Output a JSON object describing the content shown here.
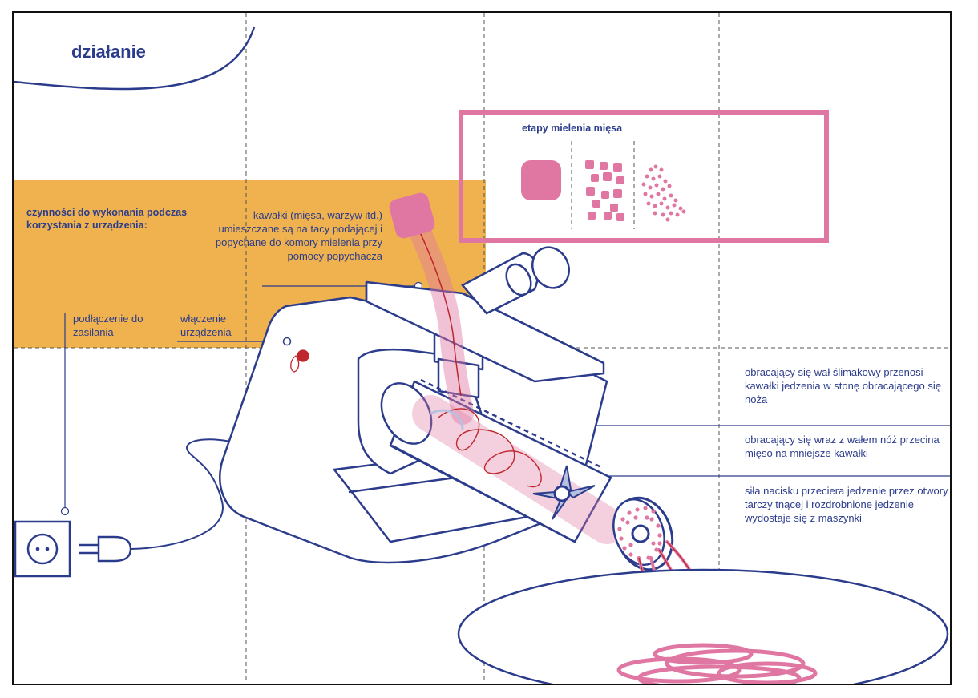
{
  "title": "działanie",
  "instructions": {
    "heading": "czynności do wykonania podczas korzystania z urządzenia:",
    "power": "podłączenie do zasilania",
    "switch": "włączenie urządzenia"
  },
  "labels": {
    "pieces": "kawałki (mięsa, warzyw itd.) umieszczane są na tacy podającej i popychane do komory mielenia przy pomocy popychacza",
    "auger": "obracający się wał ślimakowy przenosi kawałki jedzenia w stonę obracającego się noża",
    "knife": "obracający się wraz z wałem nóż przecina mięso na mniejsze kawałki",
    "press": "siła nacisku przeciera jedzenie przez otwory tarczy tnącej i rozdrobnione jedzenie wydostaje się z maszynki"
  },
  "stages": {
    "title": "etapy mielenia mięsa"
  },
  "colors": {
    "navy": "#2c3c8c",
    "pink": "#df77a2",
    "orange": "#efb24e",
    "red": "#c0262e"
  }
}
